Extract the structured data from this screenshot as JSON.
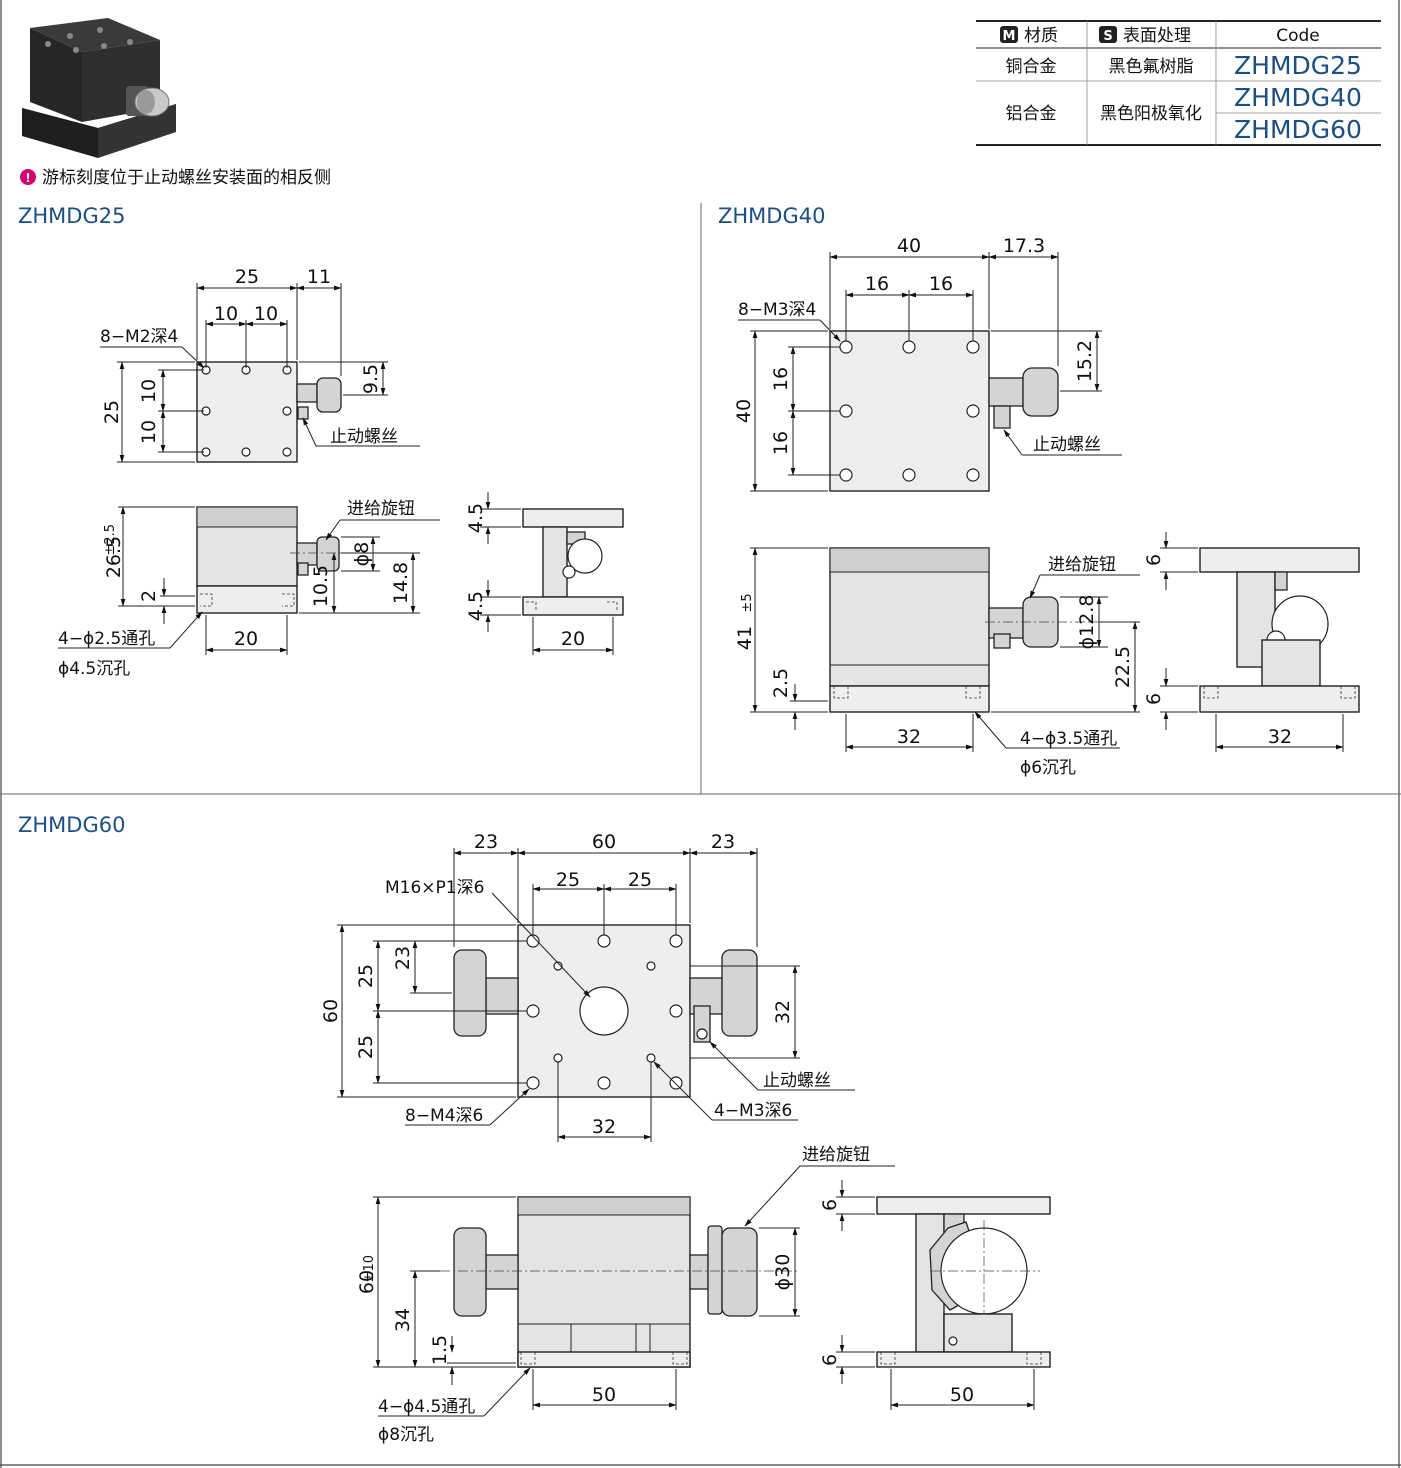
{
  "table": {
    "headers": {
      "material_badge": "M",
      "material": "材质",
      "surface_badge": "S",
      "surface": "表面处理",
      "code": "Code"
    },
    "rows": [
      {
        "material": "铜合金",
        "surface": "黑色氟树脂",
        "codes": [
          "ZHMDG25"
        ]
      },
      {
        "material": "铝合金",
        "surface": "黑色阳极氧化",
        "codes": [
          "ZHMDG40",
          "ZHMDG60"
        ]
      }
    ]
  },
  "note": {
    "icon": "!",
    "text": "游标刻度位于止动螺丝安装面的相反侧"
  },
  "colors": {
    "title": "#1a4f8a",
    "note_icon": "#d6006f"
  },
  "zhmdg25": {
    "title": "ZHMDG25",
    "dims": {
      "w25": "25",
      "o11": "11",
      "p10a": "10",
      "p10b": "10",
      "h25": "25",
      "v10a": "10",
      "v10b": "10",
      "k95": "9.5",
      "h265": "26.5",
      "tol265": "±2.5",
      "b2": "2",
      "k105": "10.5",
      "k148": "14.8",
      "phi8": "ϕ8",
      "bw20": "20",
      "s45a": "4.5",
      "s45b": "4.5",
      "sw20": "20"
    },
    "notes": {
      "tap": "8−M2深4",
      "lock": "止动螺丝",
      "knob": "进给旋钮",
      "hole1": "4−ϕ2.5通孔",
      "hole2": "ϕ4.5沉孔"
    }
  },
  "zhmdg40": {
    "title": "ZHMDG40",
    "dims": {
      "w40": "40",
      "o173": "17.3",
      "p16a": "16",
      "p16b": "16",
      "h40": "40",
      "v16a": "16",
      "v16b": "16",
      "k152": "15.2",
      "h41": "41",
      "tol41": "±5",
      "b25": "2.5",
      "phi128": "ϕ12.8",
      "k225": "22.5",
      "bw32": "32",
      "s6a": "6",
      "s6b": "6",
      "sw32": "32"
    },
    "notes": {
      "tap": "8−M3深4",
      "lock": "止动螺丝",
      "knob": "进给旋钮",
      "hole1": "4−ϕ3.5通孔",
      "hole2": "ϕ6沉孔"
    }
  },
  "zhmdg60": {
    "title": "ZHMDG60",
    "dims": {
      "l23": "23",
      "w60": "60",
      "r23": "23",
      "p25a": "25",
      "p25b": "25",
      "h60": "60",
      "v25a": "25",
      "v25b": "25",
      "v23": "23",
      "k32": "32",
      "bot32": "32",
      "h60f": "60",
      "tol60": "±10",
      "k34": "34",
      "b15": "1.5",
      "phi30": "ϕ30",
      "bw50": "50",
      "s6a": "6",
      "s6b": "6",
      "sw50": "50"
    },
    "notes": {
      "center": "M16×P1深6",
      "tap8": "8−M4深6",
      "tap4": "4−M3深6",
      "lock": "止动螺丝",
      "knob": "进给旋钮",
      "hole1": "4−ϕ4.5通孔",
      "hole2": "ϕ8沉孔"
    }
  }
}
